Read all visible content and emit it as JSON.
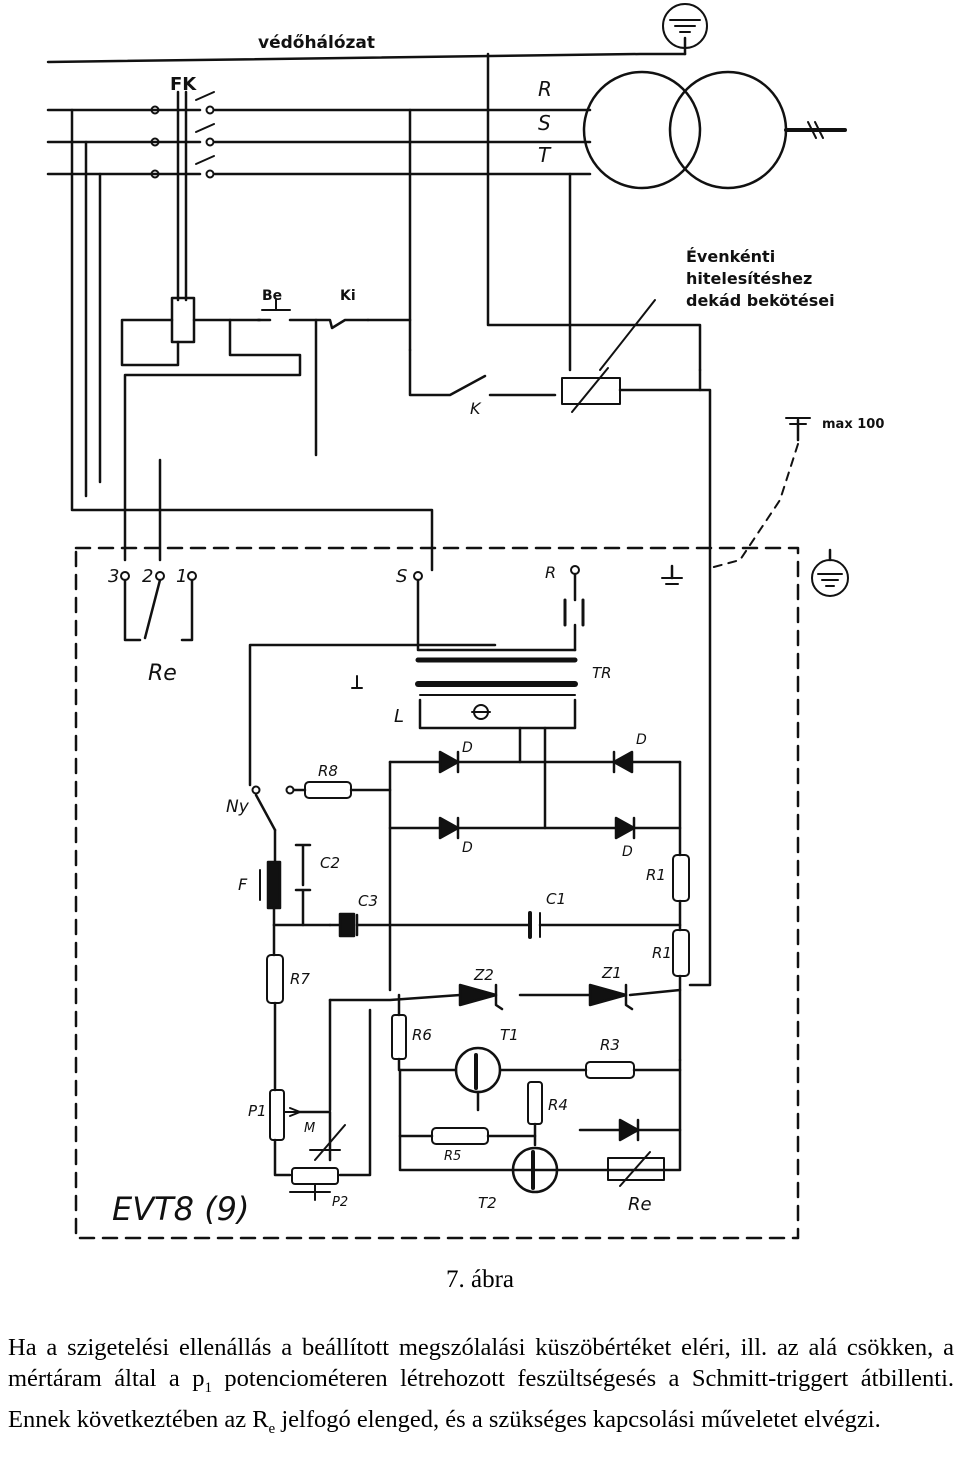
{
  "labels": {
    "protective_network": "védőhálózat",
    "fk": "FK",
    "phase_r": "R",
    "phase_s": "S",
    "phase_t": "T",
    "be": "Be",
    "ki": "Ki",
    "k": "K",
    "annual_line1": "Évenkénti",
    "annual_line2": "hitelesítéshez",
    "annual_line3": "dekád bekötései",
    "max": "max 100",
    "term_3": "3",
    "term_2": "2",
    "term_1": "1",
    "term_s": "S",
    "term_r": "R",
    "re_left": "Re",
    "tr": "TR",
    "l": "L",
    "d1": "D",
    "d2": "D",
    "d3": "D",
    "d4": "D",
    "r8": "R8",
    "ny": "Ny",
    "f": "F",
    "c2": "C2",
    "c3": "C3",
    "c1": "C1",
    "r1a": "R1",
    "r1b": "R1",
    "r7": "R7",
    "z2": "Z2",
    "z1": "Z1",
    "r6": "R6",
    "t1": "T1",
    "r3": "R3",
    "p1": "P1",
    "m": "M",
    "r4": "R4",
    "r5": "R5",
    "p2": "P2",
    "t2": "T2",
    "re_bottom": "Re",
    "device": "EVT8 (9)"
  },
  "caption": "7. ábra",
  "paragraph": {
    "part1": "Ha a szigetelési ellenállás a beállított megszólalási küszöbértéket eléri, ill. az alá csökken, a mértáram által a p",
    "sub1": "1",
    "part2": " potenciométeren létrehozott feszültségesés a Schmitt-triggert átbillenti. Ennek következtében az R",
    "sub2": "e",
    "part3": " jelfogó elenged, és a szükséges kapcsolási műveletet elvégzi."
  }
}
